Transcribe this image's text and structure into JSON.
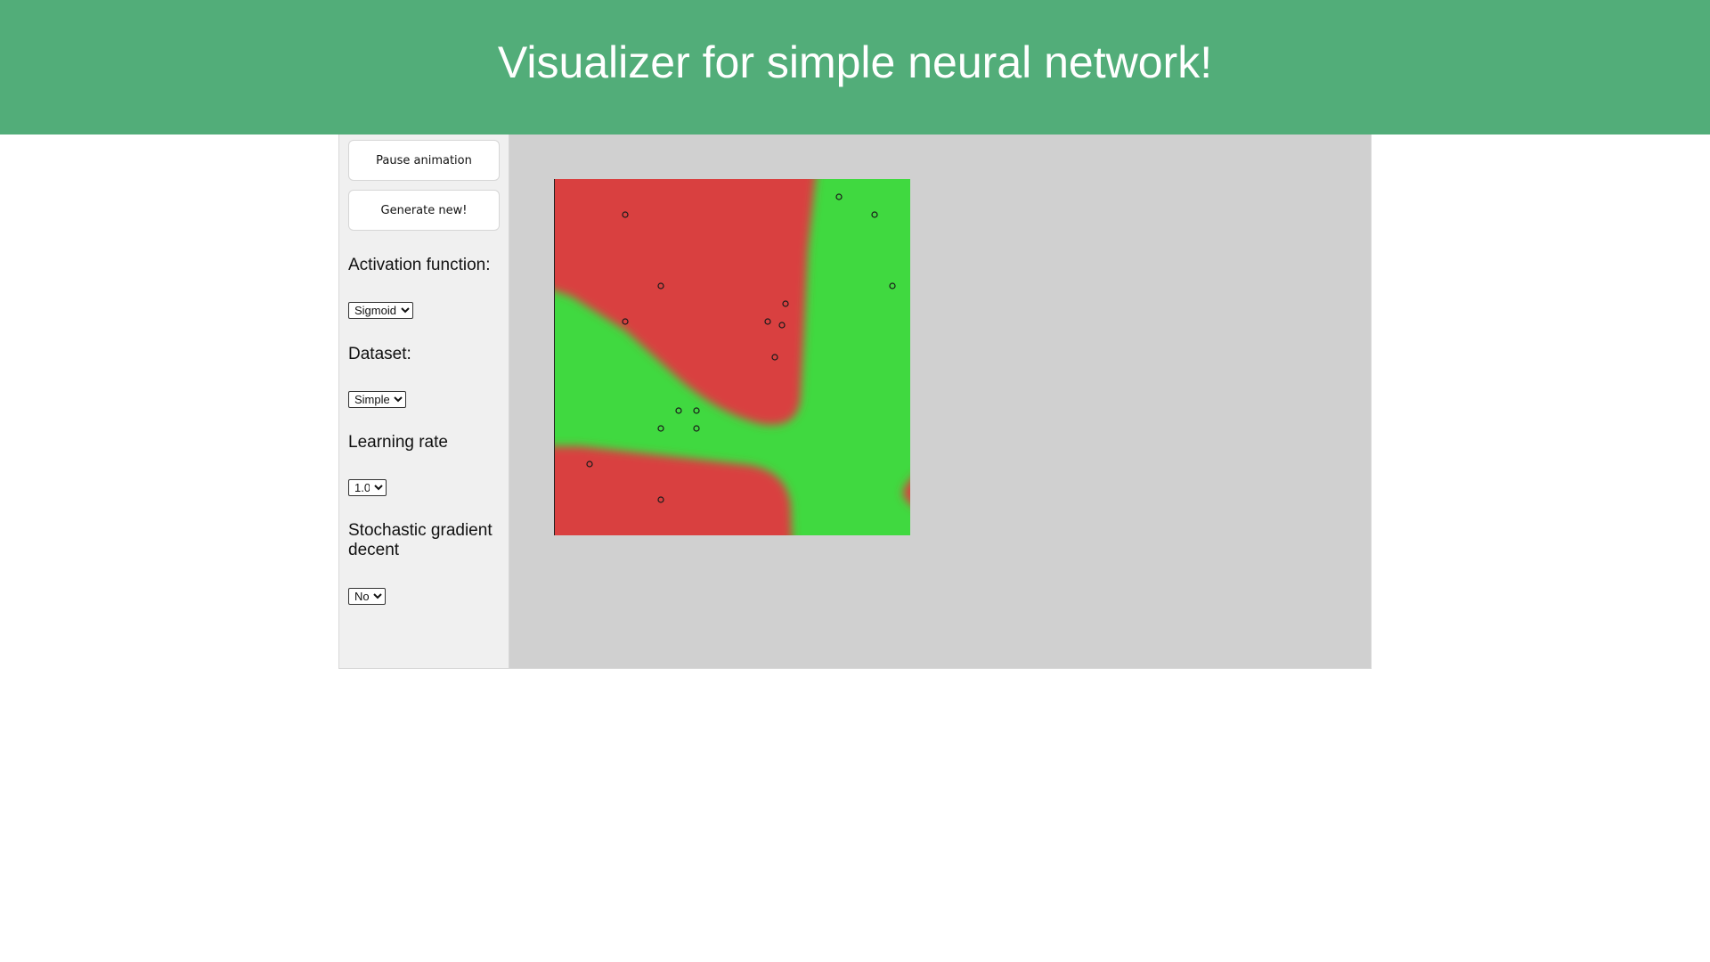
{
  "header": {
    "title": "Visualizer for simple neural network!"
  },
  "controls": {
    "pause_label": "Pause animation",
    "generate_label": "Generate new!",
    "activation": {
      "label": "Activation function:",
      "selected": "Sigmoid"
    },
    "dataset": {
      "label": "Dataset:",
      "selected": "Simple"
    },
    "learning_rate": {
      "label": "Learning rate",
      "selected": "1.0"
    },
    "sgd": {
      "label": "Stochastic gradient decent",
      "selected": "No"
    }
  },
  "plot": {
    "colors": {
      "class_a": "#d94040",
      "class_b": "#40d940",
      "point_stroke": "#1a1a1a"
    },
    "points": [
      {
        "x": 2,
        "y": 1,
        "c": "a"
      },
      {
        "x": 3,
        "y": 3,
        "c": "a"
      },
      {
        "x": 2,
        "y": 4,
        "c": "a"
      },
      {
        "x": 6,
        "y": 4,
        "c": "a"
      },
      {
        "x": 6.5,
        "y": 3.5,
        "c": "a"
      },
      {
        "x": 6.4,
        "y": 4.1,
        "c": "a"
      },
      {
        "x": 6.2,
        "y": 5,
        "c": "a"
      },
      {
        "x": 1,
        "y": 8,
        "c": "a"
      },
      {
        "x": 3,
        "y": 9,
        "c": "a"
      },
      {
        "x": 8,
        "y": 0.5,
        "c": "b"
      },
      {
        "x": 9,
        "y": 1,
        "c": "b"
      },
      {
        "x": 9.5,
        "y": 3,
        "c": "b"
      },
      {
        "x": 3.5,
        "y": 6.5,
        "c": "b"
      },
      {
        "x": 4,
        "y": 6.5,
        "c": "b"
      },
      {
        "x": 3,
        "y": 7,
        "c": "b"
      },
      {
        "x": 4,
        "y": 7,
        "c": "b"
      }
    ]
  }
}
